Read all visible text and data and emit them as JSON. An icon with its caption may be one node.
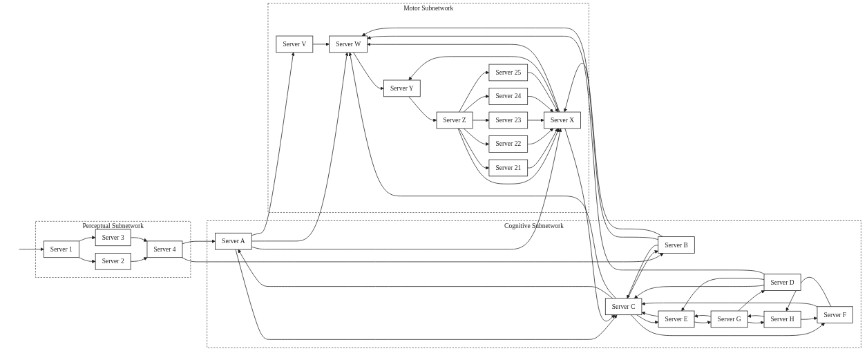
{
  "diagram": {
    "nodes": [
      {
        "text": [
          "Perceptual Subnetwork"
        ]
      },
      {
        "text": [
          "Server 1"
        ],
        "in": 0
      },
      {
        "text": [
          "Server 2"
        ],
        "in": 0
      },
      {
        "text": [
          "Server 3"
        ],
        "in": 0
      },
      {
        "text": [
          "Server 4"
        ],
        "in": 0
      },
      {
        "text": [
          "Cognitive Subnetwork"
        ]
      },
      {
        "text": [
          "Server A"
        ],
        "in": 5
      },
      {
        "text": [
          "Server B"
        ],
        "in": 5
      },
      {
        "text": [
          "Server C"
        ],
        "in": 5
      },
      {
        "text": [
          "Server D"
        ],
        "in": 5
      },
      {
        "text": [
          "Server E"
        ],
        "in": 5
      },
      {
        "text": [
          "Server F"
        ],
        "in": 5
      },
      {
        "text": [
          "Server G"
        ],
        "in": 5
      },
      {
        "text": [
          "Server H"
        ],
        "in": 5
      },
      {
        "text": [
          "Motor Subnetwork"
        ]
      },
      {
        "text": [
          "Server V"
        ],
        "in": 14
      },
      {
        "text": [
          "Server W"
        ],
        "in": 14
      },
      {
        "text": [
          "Server Y"
        ],
        "in": 14
      },
      {
        "text": [
          "Server Z"
        ],
        "in": 14
      },
      {
        "text": [
          "Server X"
        ],
        "in": 14
      },
      {
        "text": [
          "Server 21"
        ],
        "in": 14
      },
      {
        "text": [
          "Server 22"
        ],
        "in": 14
      },
      {
        "text": [
          "Server 23"
        ],
        "in": 14
      },
      {
        "text": [
          "Server 24"
        ],
        "in": 14
      },
      {
        "text": [
          "Server 25"
        ],
        "in": 14
      }
    ],
    "edges": [
      {
        "from": null,
        "to": 1,
        "arrow": "to"
      },
      {
        "from": 1,
        "to": 2,
        "arrow": "to"
      },
      {
        "from": 1,
        "to": 3,
        "arrow": "to"
      },
      {
        "from": 2,
        "to": 4,
        "arrow": "to"
      },
      {
        "from": 3,
        "to": 4,
        "arrow": "to"
      },
      {
        "from": 4,
        "to": 6,
        "arrow": "to"
      },
      {
        "from": 4,
        "to": 7,
        "arrow": "to"
      },
      {
        "from": 6,
        "to": 15,
        "arrow": "to"
      },
      {
        "from": 6,
        "to": 16,
        "arrow": "to"
      },
      {
        "from": 6,
        "to": 19,
        "arrow": "to"
      },
      {
        "from": 6,
        "to": 8,
        "arrow": "to"
      },
      {
        "from": 8,
        "to": 6,
        "arrow": "to"
      },
      {
        "from": 8,
        "to": 7,
        "arrow": "to"
      },
      {
        "from": 7,
        "to": 8,
        "arrow": "to"
      },
      {
        "from": 7,
        "to": 16,
        "arrow": "to"
      },
      {
        "from": 7,
        "to": 19,
        "arrow": "to"
      },
      {
        "from": 9,
        "to": 8,
        "arrow": "to"
      },
      {
        "from": 9,
        "to": 10,
        "arrow": "to"
      },
      {
        "from": 8,
        "to": 10,
        "arrow": "to"
      },
      {
        "from": 10,
        "to": 8,
        "arrow": "to"
      },
      {
        "from": 10,
        "to": 12,
        "arrow": "to"
      },
      {
        "from": 12,
        "to": 10,
        "arrow": "to"
      },
      {
        "from": 12,
        "to": 9,
        "arrow": "to"
      },
      {
        "from": 12,
        "to": 13,
        "arrow": "to"
      },
      {
        "from": 13,
        "to": 12,
        "arrow": "to"
      },
      {
        "from": 8,
        "to": 11,
        "arrow": "to"
      },
      {
        "from": 11,
        "to": 8,
        "arrow": "to"
      },
      {
        "from": 11,
        "to": 13,
        "arrow": "to"
      },
      {
        "from": 13,
        "to": 11,
        "arrow": "to"
      },
      {
        "from": 8,
        "to": 16,
        "arrow": "to"
      },
      {
        "from": 9,
        "to": 16,
        "arrow": "to"
      },
      {
        "from": 19,
        "to": 8,
        "arrow": "to"
      },
      {
        "from": 15,
        "to": 16,
        "arrow": "to"
      },
      {
        "from": 16,
        "to": 17,
        "arrow": "to"
      },
      {
        "from": 19,
        "to": 17,
        "arrow": "to"
      },
      {
        "from": 17,
        "to": 18,
        "arrow": "to"
      },
      {
        "from": 18,
        "to": 19,
        "arrow": "to"
      },
      {
        "from": 18,
        "to": 20,
        "arrow": "to"
      },
      {
        "from": 18,
        "to": 21,
        "arrow": "to"
      },
      {
        "from": 18,
        "to": 22,
        "arrow": "to"
      },
      {
        "from": 18,
        "to": 23,
        "arrow": "to"
      },
      {
        "from": 18,
        "to": 24,
        "arrow": "to"
      },
      {
        "from": 20,
        "to": 19,
        "arrow": "to"
      },
      {
        "from": 21,
        "to": 19,
        "arrow": "to"
      },
      {
        "from": 22,
        "to": 19,
        "arrow": "to"
      },
      {
        "from": 23,
        "to": 19,
        "arrow": "to"
      },
      {
        "from": 24,
        "to": 19,
        "arrow": "to"
      },
      {
        "from": 19,
        "to": 16,
        "arrow": "to"
      }
    ]
  }
}
